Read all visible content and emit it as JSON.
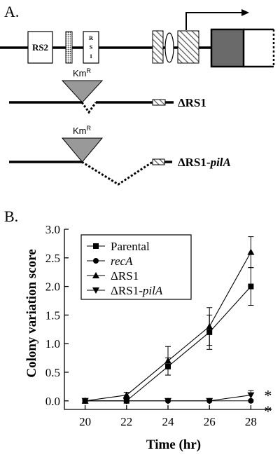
{
  "panel_a": {
    "label": "A.",
    "box_rs2": "RS2",
    "box_rs1": [
      "R",
      "S",
      "1"
    ],
    "km_label": "Km",
    "km_superscript": "R",
    "deletion_1": {
      "prefix": "ΔRS1",
      "suffix": ""
    },
    "deletion_2": {
      "prefix": "ΔRS1-",
      "suffix": "pilA"
    }
  },
  "panel_b": {
    "label": "B."
  },
  "chart_data": {
    "type": "line",
    "xlabel": "Time (hr)",
    "ylabel": "Colony variation score",
    "xlim": [
      19,
      29
    ],
    "ylim": [
      -0.15,
      3.0
    ],
    "xticks": [
      20,
      22,
      24,
      26,
      28
    ],
    "yticks": [
      0.0,
      0.5,
      1.0,
      1.5,
      2.0,
      2.5,
      3.0
    ],
    "ytick_labels": [
      "0.0",
      "0.5",
      "1.0",
      "1.5",
      "2.0",
      "2.5",
      "3.0"
    ],
    "legend_position": "top-left",
    "grid": false,
    "series": [
      {
        "name": "Parental",
        "name_italic": false,
        "marker": "square",
        "x": [
          20,
          22,
          24,
          26,
          28
        ],
        "y": [
          0.0,
          0.0,
          0.6,
          1.2,
          2.0
        ],
        "err": [
          0.03,
          0.03,
          0.15,
          0.3,
          0.33
        ]
      },
      {
        "name": "recA",
        "name_italic": true,
        "marker": "circle",
        "x": [
          20,
          22,
          24,
          26,
          28
        ],
        "y": [
          0.0,
          0.0,
          0.0,
          0.0,
          0.0
        ],
        "err": [
          0.0,
          0.0,
          0.0,
          0.0,
          0.0
        ]
      },
      {
        "name": "ΔRS1",
        "name_italic": false,
        "marker": "triangle-up",
        "x": [
          20,
          22,
          24,
          26,
          28
        ],
        "y": [
          0.0,
          0.1,
          0.7,
          1.3,
          2.6
        ],
        "err": [
          0.03,
          0.05,
          0.25,
          0.33,
          0.27
        ]
      },
      {
        "name_prefix": "ΔRS1-",
        "name_suffix": "pilA",
        "marker": "triangle-down",
        "x": [
          20,
          22,
          24,
          26,
          28
        ],
        "y": [
          0.0,
          0.0,
          0.0,
          0.0,
          0.1
        ],
        "err": [
          0.0,
          0.0,
          0.0,
          0.0,
          0.08
        ]
      }
    ],
    "annotations": [
      "*",
      "*"
    ]
  }
}
